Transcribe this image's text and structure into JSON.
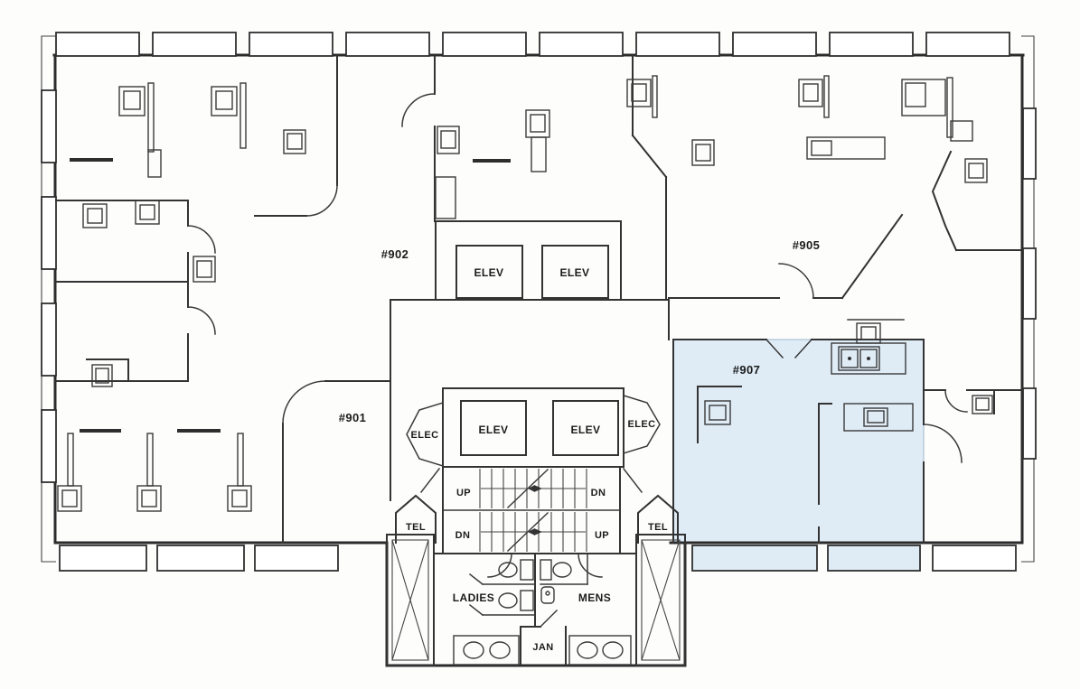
{
  "drawing": {
    "type": "office-building-floor-plan",
    "highlighted_unit": "#907"
  },
  "units": [
    {
      "label": "#901",
      "highlighted": false
    },
    {
      "label": "#902",
      "highlighted": false
    },
    {
      "label": "#905",
      "highlighted": false
    },
    {
      "label": "#907",
      "highlighted": true
    }
  ],
  "labels": {
    "elevator": "ELEV",
    "electrical": "ELEC",
    "telephone": "TEL",
    "stairs_up": "UP",
    "stairs_down": "DN",
    "ladies_room": "LADIES",
    "mens_room": "MENS",
    "janitor": "JAN"
  },
  "colors": {
    "highlight": "#dfecf6",
    "line": "#2b2b2b",
    "background": "#fdfdfc"
  }
}
